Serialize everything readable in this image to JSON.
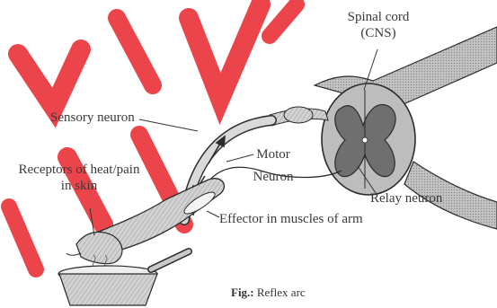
{
  "labels": {
    "spinal_cord_line1": "Spinal cord",
    "spinal_cord_line2": "(CNS)",
    "sensory_neuron": "Sensory neuron",
    "receptors_line1": "Receptors of heat/pain",
    "receptors_line2": "in skin",
    "motor_line1": "Motor",
    "motor_line2": "Neuron",
    "relay_neuron": "Relay neuron",
    "effector": "Effector in muscles of arm"
  },
  "caption": {
    "prefix": "Fig.:",
    "text": "Reflex arc"
  },
  "colors": {
    "watermark": "#e8242c",
    "grey_matter": "#707070",
    "white_matter": "#bdbdbd",
    "nerve": "#c7c7c7",
    "line": "#2b2b2b"
  }
}
